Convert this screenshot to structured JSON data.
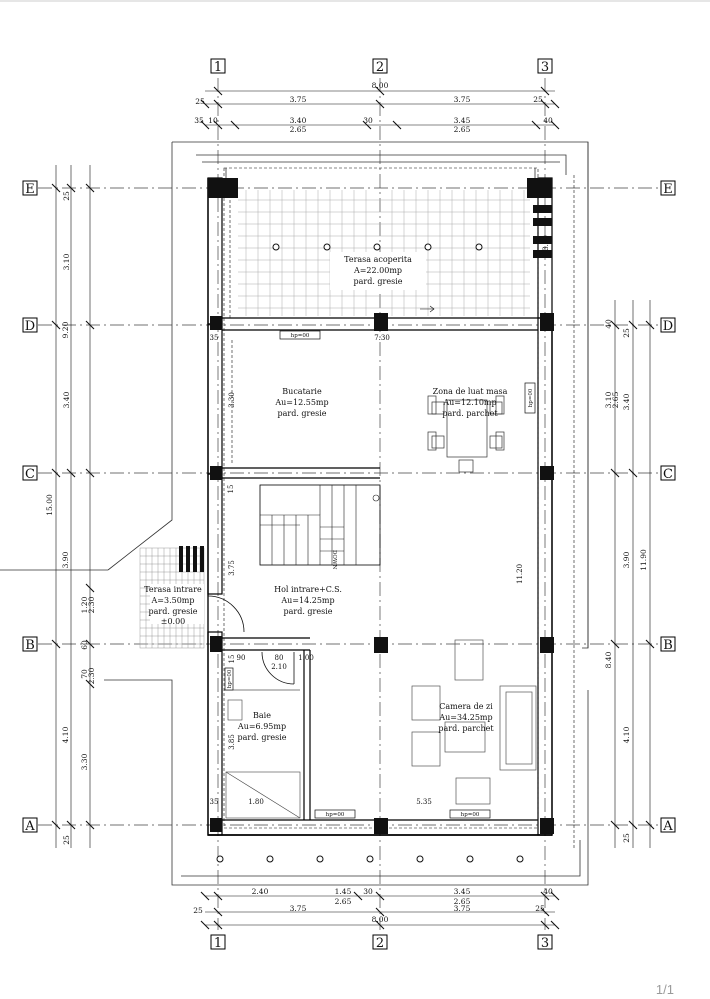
{
  "page_indicator": "1/1",
  "axes": {
    "vertical": [
      "1",
      "2",
      "3"
    ],
    "horizontal": [
      "E",
      "D",
      "C",
      "B",
      "A"
    ]
  },
  "dimensions": {
    "top": {
      "total": "8.00",
      "row1": [
        "25",
        "3.75",
        "3.75",
        "25"
      ],
      "row2": [
        "35",
        "10",
        "3.40",
        "30",
        "3.45",
        "40"
      ],
      "row3": [
        "2.65",
        "2.65"
      ]
    },
    "bottom": {
      "row1": [
        "2.40",
        "1.45",
        "30",
        "3.45",
        "40"
      ],
      "row2": [
        "2.65",
        "2.65"
      ],
      "row3": [
        "25",
        "3.75",
        "3.75",
        "25"
      ],
      "total": "8.00"
    },
    "left": {
      "outer": "15.00",
      "mid": [
        "9.20",
        "3.90"
      ],
      "inner": [
        "25",
        "3.10",
        "3.40",
        "1.20",
        "2.30",
        "60",
        "70",
        "2.30",
        "3.30",
        "4.10",
        "25"
      ]
    },
    "right": {
      "outer": [
        "3.10",
        "2.65",
        "3.40",
        "3.90",
        "11.90",
        "8.40",
        "4.10"
      ],
      "inner": [
        "40",
        "25"
      ]
    },
    "interior": [
      "3.90",
      "7.30",
      "3.30",
      "15",
      "3.75",
      "11.20",
      "35",
      "15",
      "90",
      "80",
      "1.00",
      "2.10",
      "3.85",
      "1.80",
      "5.35",
      "35"
    ]
  },
  "rooms": [
    {
      "name": "Terasa acoperita",
      "area": "A=22.00mp",
      "finish": "pard. gresie"
    },
    {
      "name": "Bucatarie",
      "area": "Au=12.55mp",
      "finish": "pard. gresie"
    },
    {
      "name": "Zona de luat masa",
      "area": "Au=12.10mp",
      "finish": "pard. parchet"
    },
    {
      "name": "Hol intrare+C.S.",
      "area": "Au=14.25mp",
      "finish": "pard. gresie"
    },
    {
      "name": "Terasa intrare",
      "area": "A=3.50mp",
      "finish": "pard. gresie"
    },
    {
      "name": "Baie",
      "area": "Au=6.95mp",
      "finish": "pard. gresie"
    },
    {
      "name": "Camera de zi",
      "area": "Au=34.25mp",
      "finish": "pard. parchet"
    }
  ],
  "labels": {
    "level": "±0.00",
    "hp_top": "hp=00",
    "hp_side": "hp=00",
    "hp_bottom_left": "hp=00",
    "hp_bottom_right": "hp=00",
    "hp_bath": "hp=00",
    "stair_text": "DOWN"
  }
}
